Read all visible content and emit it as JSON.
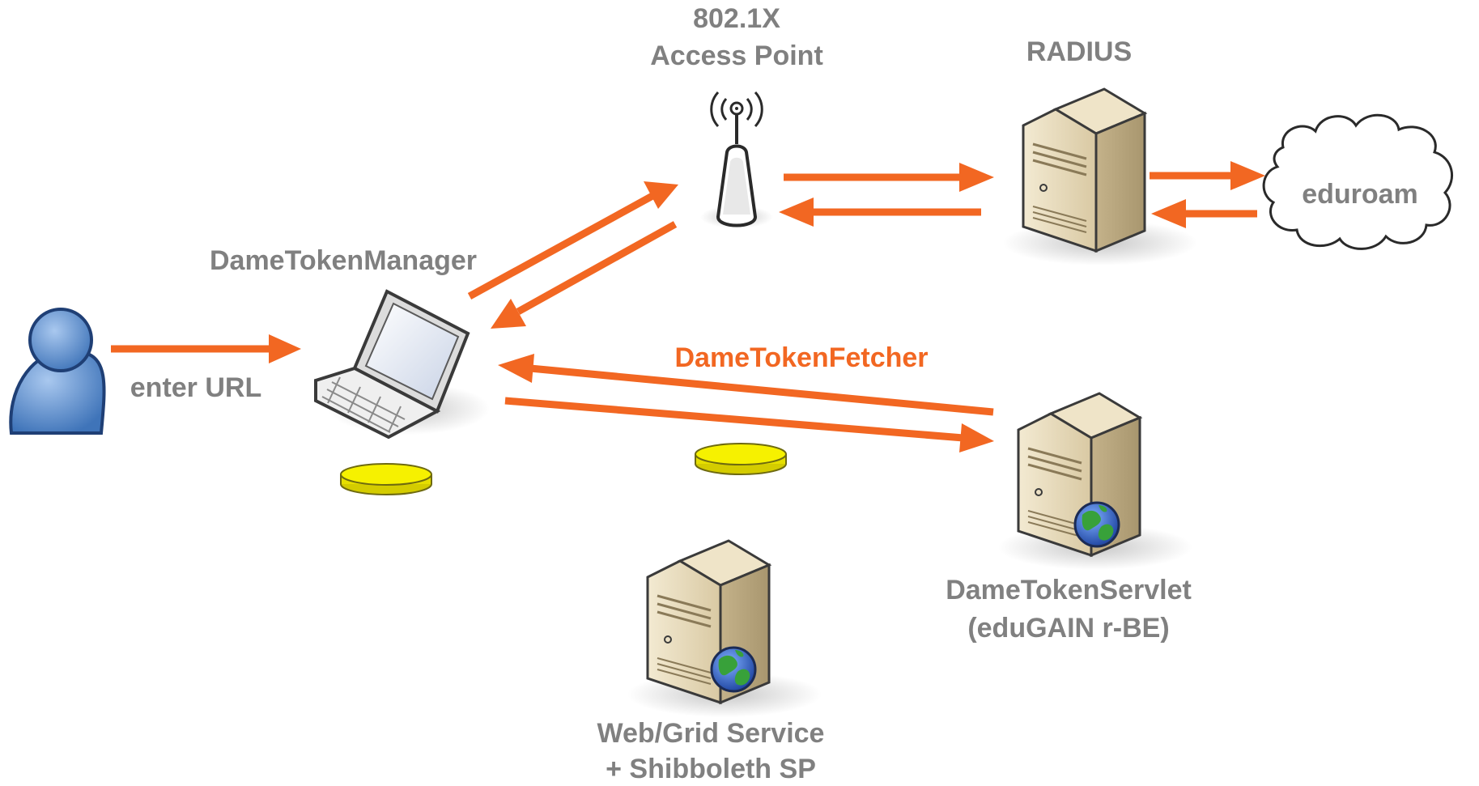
{
  "labels": {
    "access_point_line1": "802.1X",
    "access_point_line2": "Access Point",
    "radius": "RADIUS",
    "eduroam": "eduroam",
    "manager": "DameTokenManager",
    "enter_url": "enter URL",
    "fetcher": "DameTokenFetcher",
    "servlet_line1": "DameTokenServlet",
    "servlet_line2": "(eduGAIN r-BE)",
    "service_line1": "Web/Grid Service",
    "service_line2": "+ Shibboleth SP"
  },
  "colors": {
    "arrow": "#f26722",
    "label": "#808080",
    "accent_label": "#f26722",
    "token": "#f4f000",
    "server_body": "#e9dcc0",
    "user": "#5b8fd0"
  },
  "icons": [
    "user-icon",
    "laptop-icon",
    "access-point-icon",
    "server-icon",
    "globe-icon",
    "cloud-icon",
    "token-icon"
  ]
}
